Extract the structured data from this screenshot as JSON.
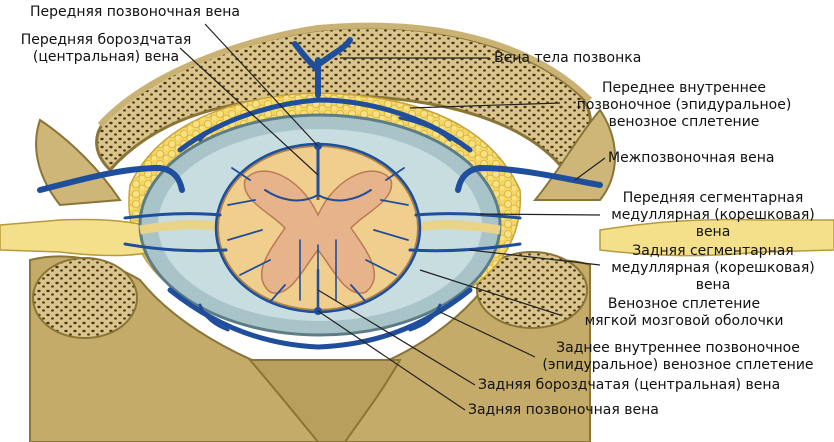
{
  "labels": {
    "anterior_spinal_vein": "Передняя позвоночная вена",
    "anterior_sulcal_vein": [
      "Передняя бороздчатая",
      "(центральная) вена"
    ],
    "vertebral_body_vein": "Вена тела позвонка",
    "anterior_internal_plexus": [
      "Переднее внутреннее",
      "позвоночное (эпидуральное)",
      "венозное сплетение"
    ],
    "intervertebral_vein": "Межпозвоночная вена",
    "anterior_segmental_vein": [
      "Передняя сегментарная",
      "медуллярная (корешковая)",
      "вена"
    ],
    "posterior_segmental_vein": [
      "Задняя сегментарная",
      "медуллярная (корешковая)",
      "вена"
    ],
    "pial_plexus": [
      "Венозное сплетение",
      "мягкой мозговой оболочки"
    ],
    "posterior_internal_plexus": [
      "Заднее внутреннее позвоночное",
      "(эпидуральное) венозное сплетение"
    ],
    "posterior_sulcal_vein": "Задняя бороздчатая (центральная) вена",
    "posterior_spinal_vein": "Задняя позвоночная вена"
  },
  "colors": {
    "bone": "#c9b273",
    "bone_dark": "#8a7436",
    "trabecular": "#d8c28a",
    "fat": "#f2d15c",
    "dura": "#a9c4c9",
    "csf": "#c7dde0",
    "cord": "#f0cf8e",
    "grey_matter": "#e7b38a",
    "vein": "#1f4e9c",
    "nerve": "#f4e08a",
    "leader": "#222222"
  }
}
